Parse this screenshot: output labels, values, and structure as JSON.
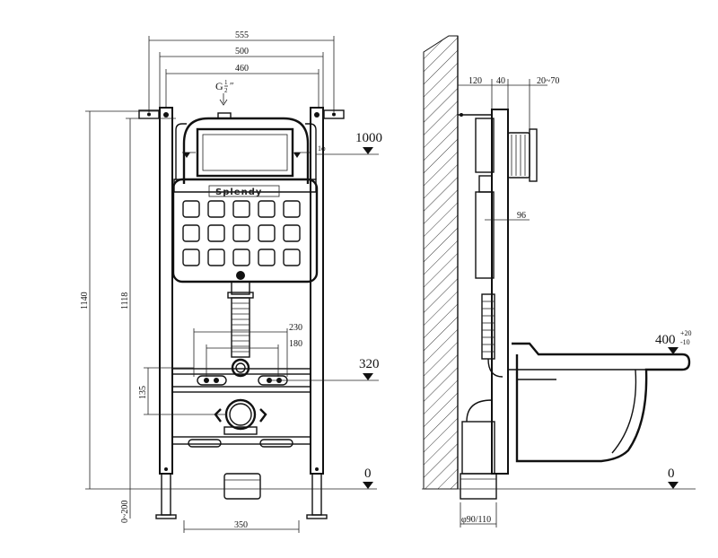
{
  "front_view": {
    "top_dims": [
      "555",
      "500",
      "460"
    ],
    "thread_label": "G",
    "thread_frac": [
      "1",
      "2"
    ],
    "thread_suffix": "″",
    "brand": "Splendy",
    "height_dims": [
      "1140",
      "1118"
    ],
    "level_1000": "1000",
    "level_320": "320",
    "level_0": "0",
    "pipe_dims": [
      "230",
      "180"
    ],
    "side_dim": "135",
    "foot_dim": "0~200",
    "bottom_dim": "350",
    "flush_symbol": "1φ"
  },
  "side_view": {
    "top_dims": [
      "120",
      "40",
      "20~70"
    ],
    "depth_dim": "96",
    "bowl_level": "400",
    "bowl_tol_upper": "+20",
    "bowl_tol_lower": "-10",
    "level_0": "0",
    "outlet_dim": "φ90/110"
  }
}
